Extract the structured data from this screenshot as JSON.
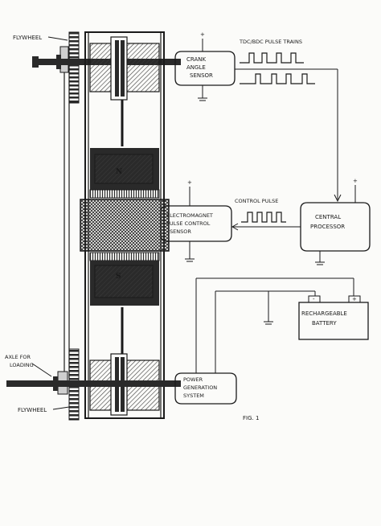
{
  "labels": {
    "flywheel_top": "FLYWHEEL",
    "flywheel_bottom": "FLYWHEEL",
    "axle_line1": "AXLE FOR",
    "axle_line2": "LOADING",
    "crank_line1": "CRANK",
    "crank_line2": "ANGLE",
    "crank_line3": "SENSOR",
    "tdc_title": "TDC/BDC PULSE TRAINS",
    "magnet_n": "N",
    "magnet_s": "S",
    "em_line1": "ELECTROMAGNET",
    "em_line2": "PULSE CONTROL",
    "em_line3": "SENSOR",
    "control_pulse": "CONTROL PULSE",
    "cp_line1": "CENTRAL",
    "cp_line2": "PROCESSOR",
    "batt_line1": "RECHARGEABLE",
    "batt_line2": "BATTERY",
    "batt_minus": "-",
    "batt_plus": "+",
    "pg_line1": "POWER",
    "pg_line2": "GENERATION",
    "pg_line3": "SYSTEM",
    "fig": "FIG. 1",
    "plus_sign": "+"
  },
  "colors": {
    "ink": "#1a1a1a",
    "paper": "#fbfbf9",
    "hatch": "#3a3a3a",
    "magnet_fill": "#9a9a9a"
  }
}
